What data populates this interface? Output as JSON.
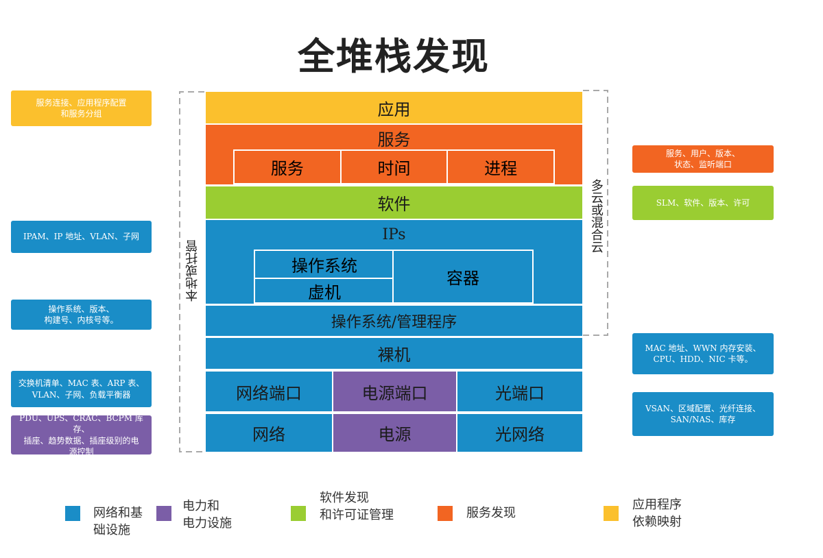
{
  "title": "全堆栈发现",
  "colors": {
    "yellow": "#FBC02D",
    "orange": "#F26522",
    "green": "#9ACD32",
    "blue": "#1A8DC7",
    "purple": "#7B5EA7"
  },
  "left_labels": [
    "服务连接、应用程序配置\n和服务分组",
    "IPAM、IP 地址、VLAN、子网",
    "操作系统、版本、\n构建号、内核号等。",
    "交换机清单、MAC 表、ARP 表、\nVLAN、子网、负载平衡器",
    "PDU、UPS、CRAC、BCPM 库存、\n插座、趋势数据、插座级别的电\n源控制"
  ],
  "right_labels": [
    "服务、用户、版本、\n状态、监听端口",
    "SLM、软件、版本、许可",
    "MAC 地址、WWN 内存安装、\nCPU、HDD、NIC 卡等。",
    "VSAN、区域配置、光纤连接、\nSAN/NAS、库存"
  ],
  "vertical_labels": {
    "left": "本地或托管",
    "right": "多云或混合云"
  },
  "stack": {
    "app": "应用",
    "services": "服务",
    "service_cells": [
      "服务",
      "时间",
      "进程"
    ],
    "software": "软件",
    "ips": "IPs",
    "os": "操作系统",
    "vm": "虚机",
    "container": "容器",
    "hypervisor": "操作系统/管理程序",
    "bare_metal": "裸机",
    "ports": [
      "网络端口",
      "电源端口",
      "光端口"
    ],
    "infra": [
      "网络",
      "电源",
      "光网络"
    ]
  },
  "legend": [
    {
      "text": "网络和基\n础设施",
      "color": "#1A8DC7"
    },
    {
      "text": "电力和\n电力设施",
      "color": "#7B5EA7"
    },
    {
      "text": "软件发现\n和许可证管理",
      "color": "#9ACD32"
    },
    {
      "text": "服务发现",
      "color": "#F26522"
    },
    {
      "text": "应用程序\n依赖映射",
      "color": "#FBC02D"
    }
  ]
}
